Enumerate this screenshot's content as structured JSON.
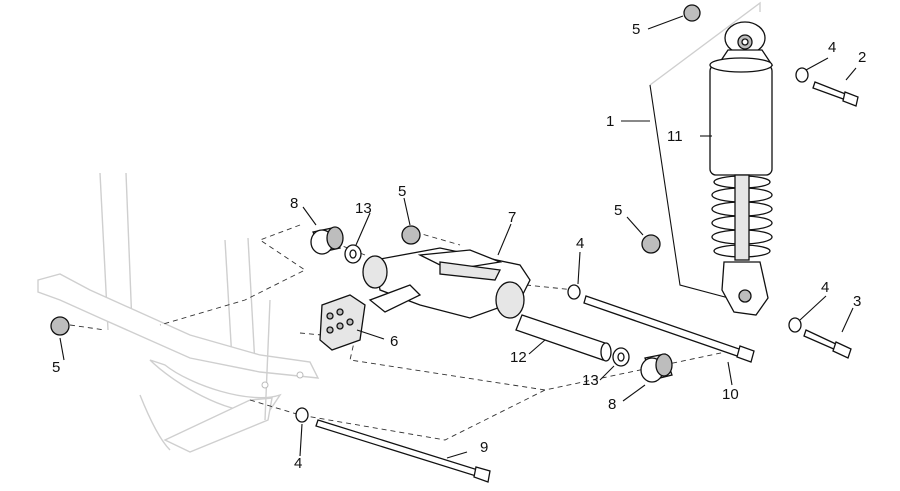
{
  "callouts": [
    {
      "id": "1",
      "text": "1"
    },
    {
      "id": "2",
      "text": "2"
    },
    {
      "id": "3",
      "text": "3"
    },
    {
      "id": "4a",
      "text": "4"
    },
    {
      "id": "4b",
      "text": "4"
    },
    {
      "id": "4c",
      "text": "4"
    },
    {
      "id": "4d",
      "text": "4"
    },
    {
      "id": "5a",
      "text": "5"
    },
    {
      "id": "5b",
      "text": "5"
    },
    {
      "id": "5c",
      "text": "5"
    },
    {
      "id": "5d",
      "text": "5"
    },
    {
      "id": "6",
      "text": "6"
    },
    {
      "id": "7",
      "text": "7"
    },
    {
      "id": "8a",
      "text": "8"
    },
    {
      "id": "8b",
      "text": "8"
    },
    {
      "id": "9",
      "text": "9"
    },
    {
      "id": "10",
      "text": "10"
    },
    {
      "id": "11",
      "text": "11"
    },
    {
      "id": "12",
      "text": "12"
    },
    {
      "id": "13a",
      "text": "13"
    },
    {
      "id": "13b",
      "text": "13"
    }
  ]
}
